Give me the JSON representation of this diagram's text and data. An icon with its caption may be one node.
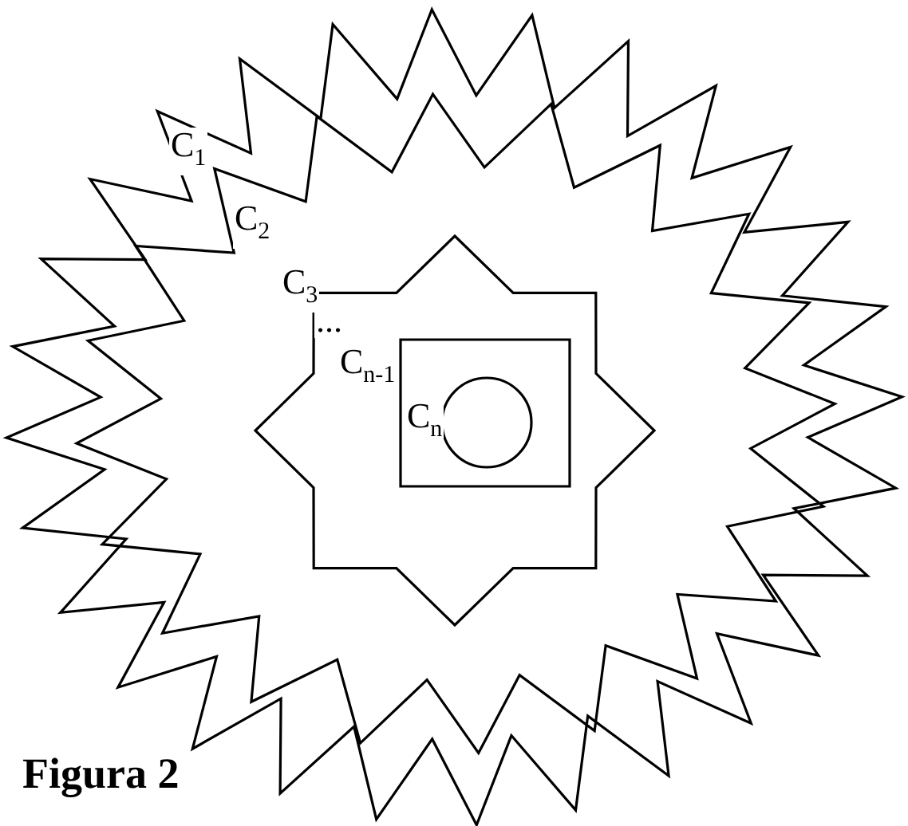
{
  "diagram": {
    "caption": "Figura 2",
    "nodes": [
      {
        "text": [
          "C$_{1}$"
        ]
      },
      {
        "text": [
          "C$_{2}$"
        ],
        "in": 0
      },
      {
        "text": [
          "C$_{3}$"
        ],
        "in": 1
      },
      {
        "text": [
          "C$_{n-1}$"
        ],
        "in": 2
      },
      {
        "text": [
          "C$_{n}$"
        ],
        "in": 3
      }
    ],
    "labels": [
      "..."
    ]
  }
}
